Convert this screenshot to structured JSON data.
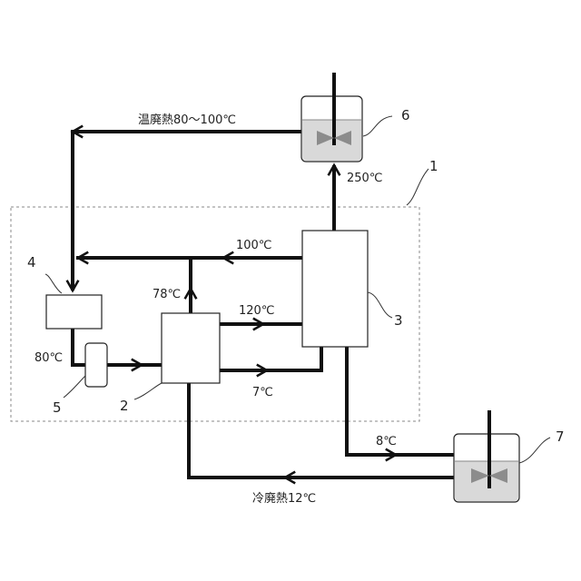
{
  "labels": {
    "warm_waste_heat": "温廃熱80～100℃",
    "cold_waste_heat": "冷廃熱12℃",
    "t250": "250℃",
    "t100": "100℃",
    "t120": "120℃",
    "t78": "78℃",
    "t80": "80℃",
    "t7": "7℃",
    "t8": "8℃"
  },
  "refs": {
    "n1": "1",
    "n2": "2",
    "n3": "3",
    "n4": "4",
    "n5": "5",
    "n6": "6",
    "n7": "7"
  },
  "colors": {
    "pipe": "#111111",
    "box_stroke": "#222222",
    "tank_liquid": "#d9d9d9",
    "valve": "#8c8c8c",
    "dashed_boundary": "#888888"
  }
}
